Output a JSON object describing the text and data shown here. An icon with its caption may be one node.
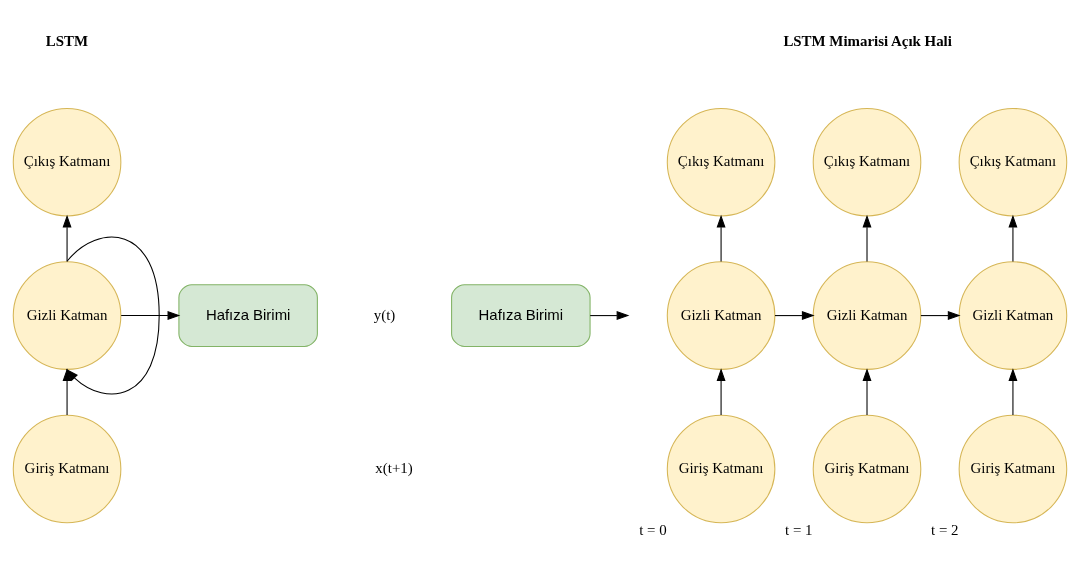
{
  "diagram": {
    "nodes": [
      {
        "text": [
          "Çıkış Katmanı"
        ]
      },
      {
        "text": [
          "Gizli Katman"
        ]
      },
      {
        "text": [
          "Hafıza Birimi"
        ]
      },
      {
        "text": [
          "Giriş Katmanı"
        ]
      },
      {
        "text": [
          "Hafıza Birimi"
        ]
      },
      {
        "text": [
          "Çıkış Katmanı"
        ]
      },
      {
        "text": [
          "Çıkış Katmanı"
        ]
      },
      {
        "text": [
          "Çıkış Katmanı"
        ]
      },
      {
        "text": [
          "Gizli Katman"
        ]
      },
      {
        "text": [
          "Gizli Katman"
        ]
      },
      {
        "text": [
          "Gizli Katman"
        ]
      },
      {
        "text": [
          "Giriş Katmanı"
        ],
        "beside": [
          "t = 0"
        ]
      },
      {
        "text": [
          "Giriş Katmanı"
        ],
        "beside": [
          "t = 1"
        ]
      },
      {
        "text": [
          "Giriş Katmanı"
        ],
        "beside": [
          "t = 2"
        ]
      }
    ],
    "edges": [
      {
        "from": 1,
        "to": 0,
        "arrow": "to"
      },
      {
        "from": 1,
        "to": 2,
        "arrow": "to"
      },
      {
        "from": 3,
        "to": 1,
        "arrow": "to"
      },
      {
        "from": 1,
        "to": 1,
        "arrow": "to"
      },
      {
        "from": 8,
        "to": 5,
        "arrow": "to"
      },
      {
        "from": 9,
        "to": 6,
        "arrow": "to"
      },
      {
        "from": 10,
        "to": 7,
        "arrow": "to"
      },
      {
        "from": 11,
        "to": 8,
        "arrow": "to"
      },
      {
        "from": 12,
        "to": 9,
        "arrow": "to"
      },
      {
        "from": 13,
        "to": 10,
        "arrow": "to"
      },
      {
        "from": 8,
        "to": 9,
        "arrow": "to"
      },
      {
        "from": 9,
        "to": 10,
        "arrow": "to"
      },
      {
        "from": 4,
        "to": null,
        "arrow": "to"
      }
    ],
    "labels": [
      "LSTM",
      "LSTM Mimarisi Açık Hali",
      "y(t)",
      "x(t+1)"
    ]
  }
}
